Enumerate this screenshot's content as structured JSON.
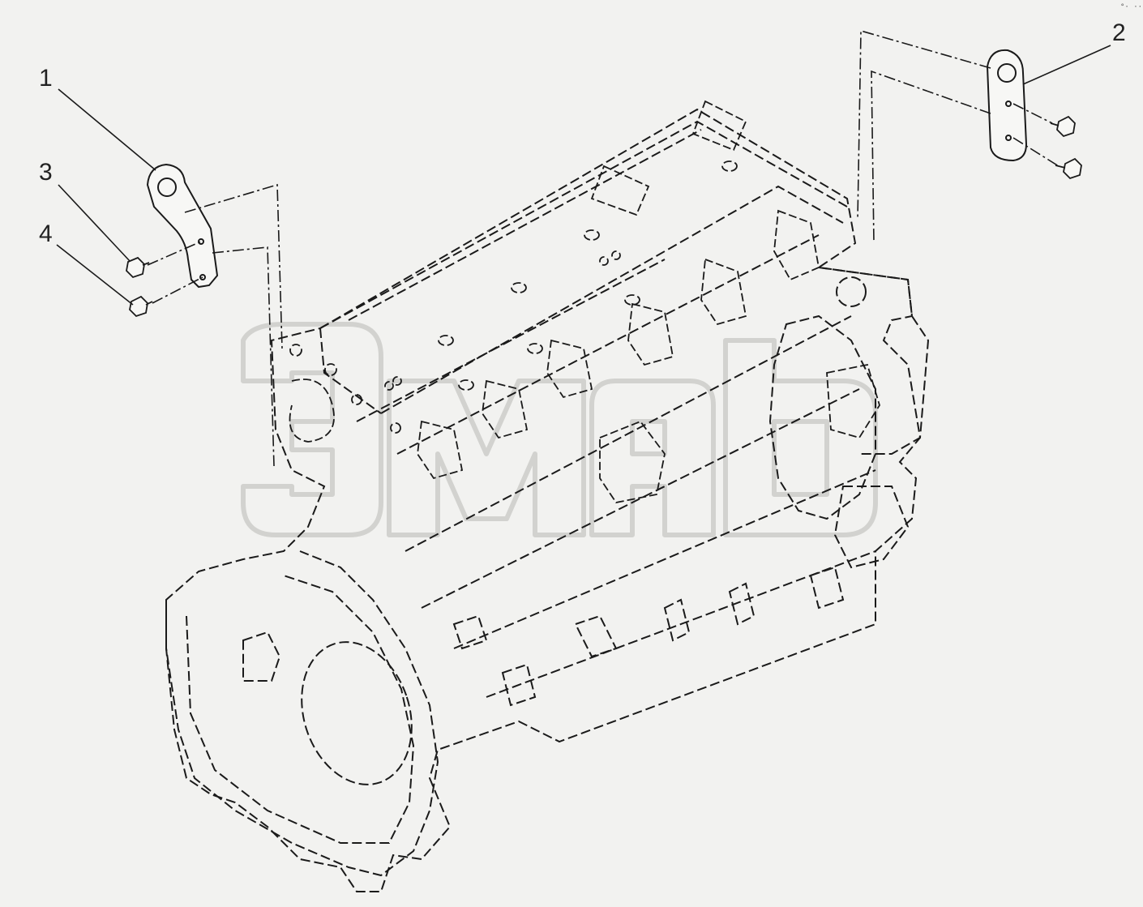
{
  "callouts": [
    {
      "id": "1",
      "label": "1"
    },
    {
      "id": "2",
      "label": "2"
    },
    {
      "id": "3",
      "label": "3"
    },
    {
      "id": "4",
      "label": "4"
    }
  ],
  "corner_mark": "°· ··",
  "colors": {
    "background": "#f2f2f0",
    "line": "#1a1a1a",
    "watermark": "#d9d9d6"
  }
}
